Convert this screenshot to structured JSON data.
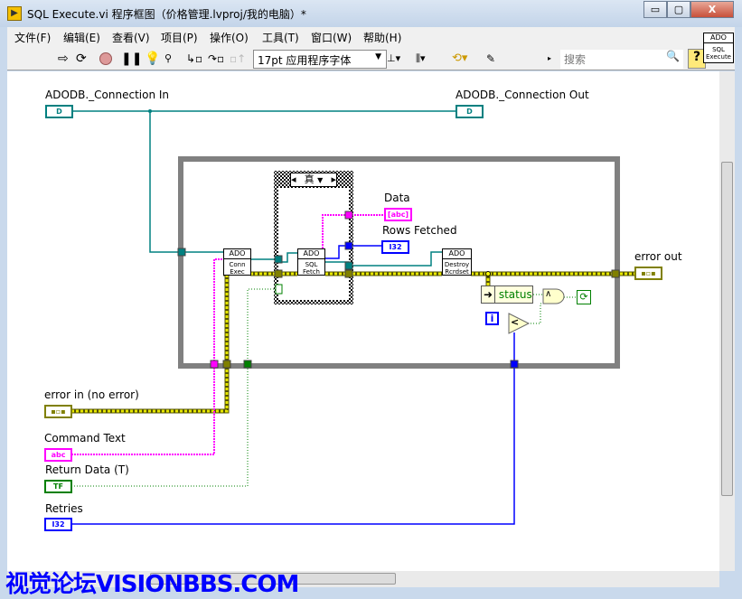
{
  "window": {
    "title": "SQL Execute.vi 程序框图（价格管理.lvproj/我的电脑）*",
    "minimize": "▭",
    "restore": "▢",
    "close": "X"
  },
  "menu": [
    "文件(F)",
    "编辑(E)",
    "查看(V)",
    "项目(P)",
    "操作(O)",
    "工具(T)",
    "窗口(W)",
    "帮助(H)"
  ],
  "toolbar": {
    "font": "17pt 应用程序字体",
    "search_placeholder": "搜索",
    "help": "?"
  },
  "vi_icon": {
    "line1": "ADO",
    "line2": "SQL",
    "line3": "Execute"
  },
  "terminals": {
    "conn_in": {
      "label": "ADODB._Connection In",
      "glyph": "D"
    },
    "conn_out": {
      "label": "ADODB._Connection Out",
      "glyph": "D"
    },
    "data": {
      "label": "Data",
      "glyph": "[abc]"
    },
    "rows": {
      "label": "Rows Fetched",
      "glyph": "I32"
    },
    "error_out": {
      "label": "error out",
      "glyph": "▪▫▪"
    },
    "error_in": {
      "label": "error in (no error)",
      "glyph": "▪▫▪"
    },
    "command": {
      "label": "Command Text",
      "glyph": "abc"
    },
    "return_data": {
      "label": "Return Data (T)",
      "glyph": "TF"
    },
    "retries": {
      "label": "Retries",
      "glyph": "I32"
    }
  },
  "nodes": {
    "conn_exec": {
      "head": "ADO",
      "l1": "Conn",
      "l2": "Exec"
    },
    "sql_fetch": {
      "head": "ADO",
      "l1": "SQL",
      "l2": "Fetch"
    },
    "destroy": {
      "head": "ADO",
      "l1": "Destroy",
      "l2": "Rcrdset"
    }
  },
  "case_selector": "真",
  "unbundle": "status",
  "iteration": "i",
  "and_op": "∧",
  "less_op": "<",
  "watermark": "视觉论坛VISIONBBS.COM",
  "colors": {
    "refnum": "#008080",
    "error": "#999900",
    "string": "#ff00ff",
    "bool": "#008000",
    "int": "#0000ff"
  }
}
